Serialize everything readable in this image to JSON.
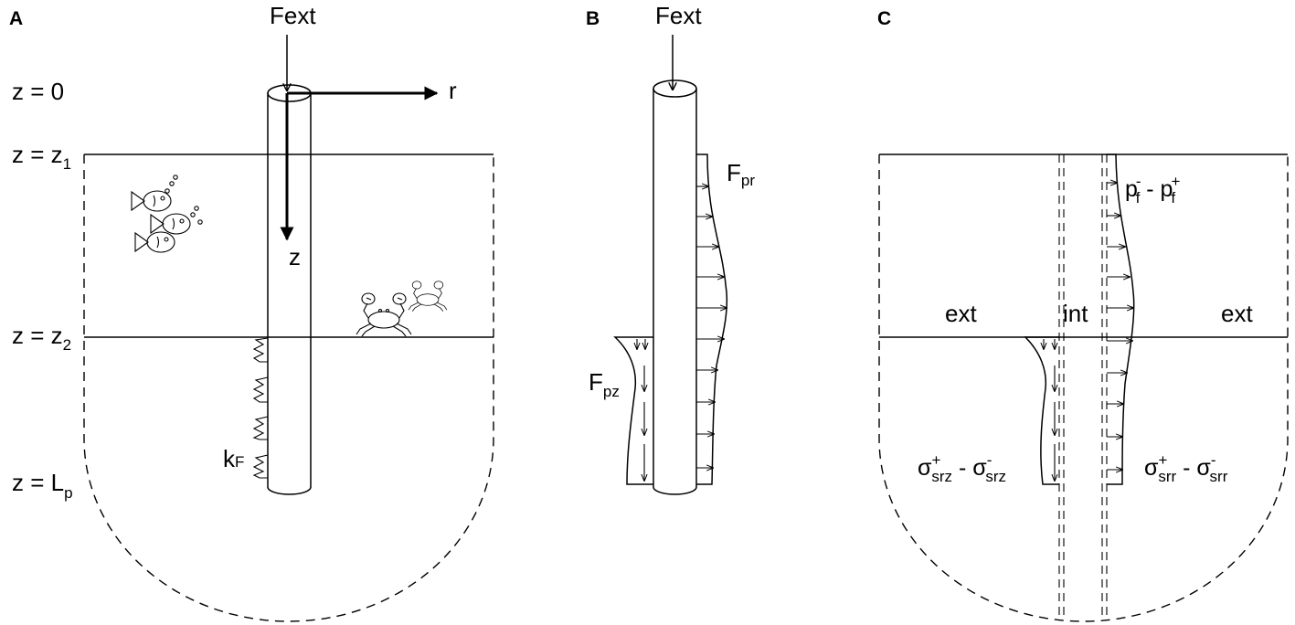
{
  "panels": {
    "a": {
      "label": "A",
      "force_label": "Fext",
      "axis_r_label": "r",
      "axis_z_label": "z",
      "depth_labels": {
        "z0": "z = 0",
        "z1_main": "z = z",
        "z1_sub": "1",
        "z2_main": "z = z",
        "z2_sub": "2",
        "lp_main": "z = L",
        "lp_sub": "p"
      },
      "spring_label_main": "k",
      "spring_label_sub": "F"
    },
    "b": {
      "label": "B",
      "force_label": "Fext",
      "fpr_main": "F",
      "fpr_sub": "pr",
      "fpz_main": "F",
      "fpz_sub": "pz"
    },
    "c": {
      "label": "C",
      "ext_left": "ext",
      "int_label": "int",
      "ext_right": "ext",
      "pressure": {
        "p1": "p",
        "p1_sup": "-",
        "p1_sub": "f",
        "minus": " - ",
        "p2": "p",
        "p2_sup": "+",
        "p2_sub": "f"
      },
      "shear": {
        "s1": "σ",
        "s1_sup": "+",
        "s1_sub": "srz",
        "minus": " - ",
        "s2": "σ",
        "s2_sup": "-",
        "s2_sub": "srz"
      },
      "normal": {
        "s1": "σ",
        "s1_sup": "+",
        "s1_sub": "srr",
        "minus": " - ",
        "s2": "σ",
        "s2_sup": "-",
        "s2_sub": "srr"
      }
    }
  }
}
